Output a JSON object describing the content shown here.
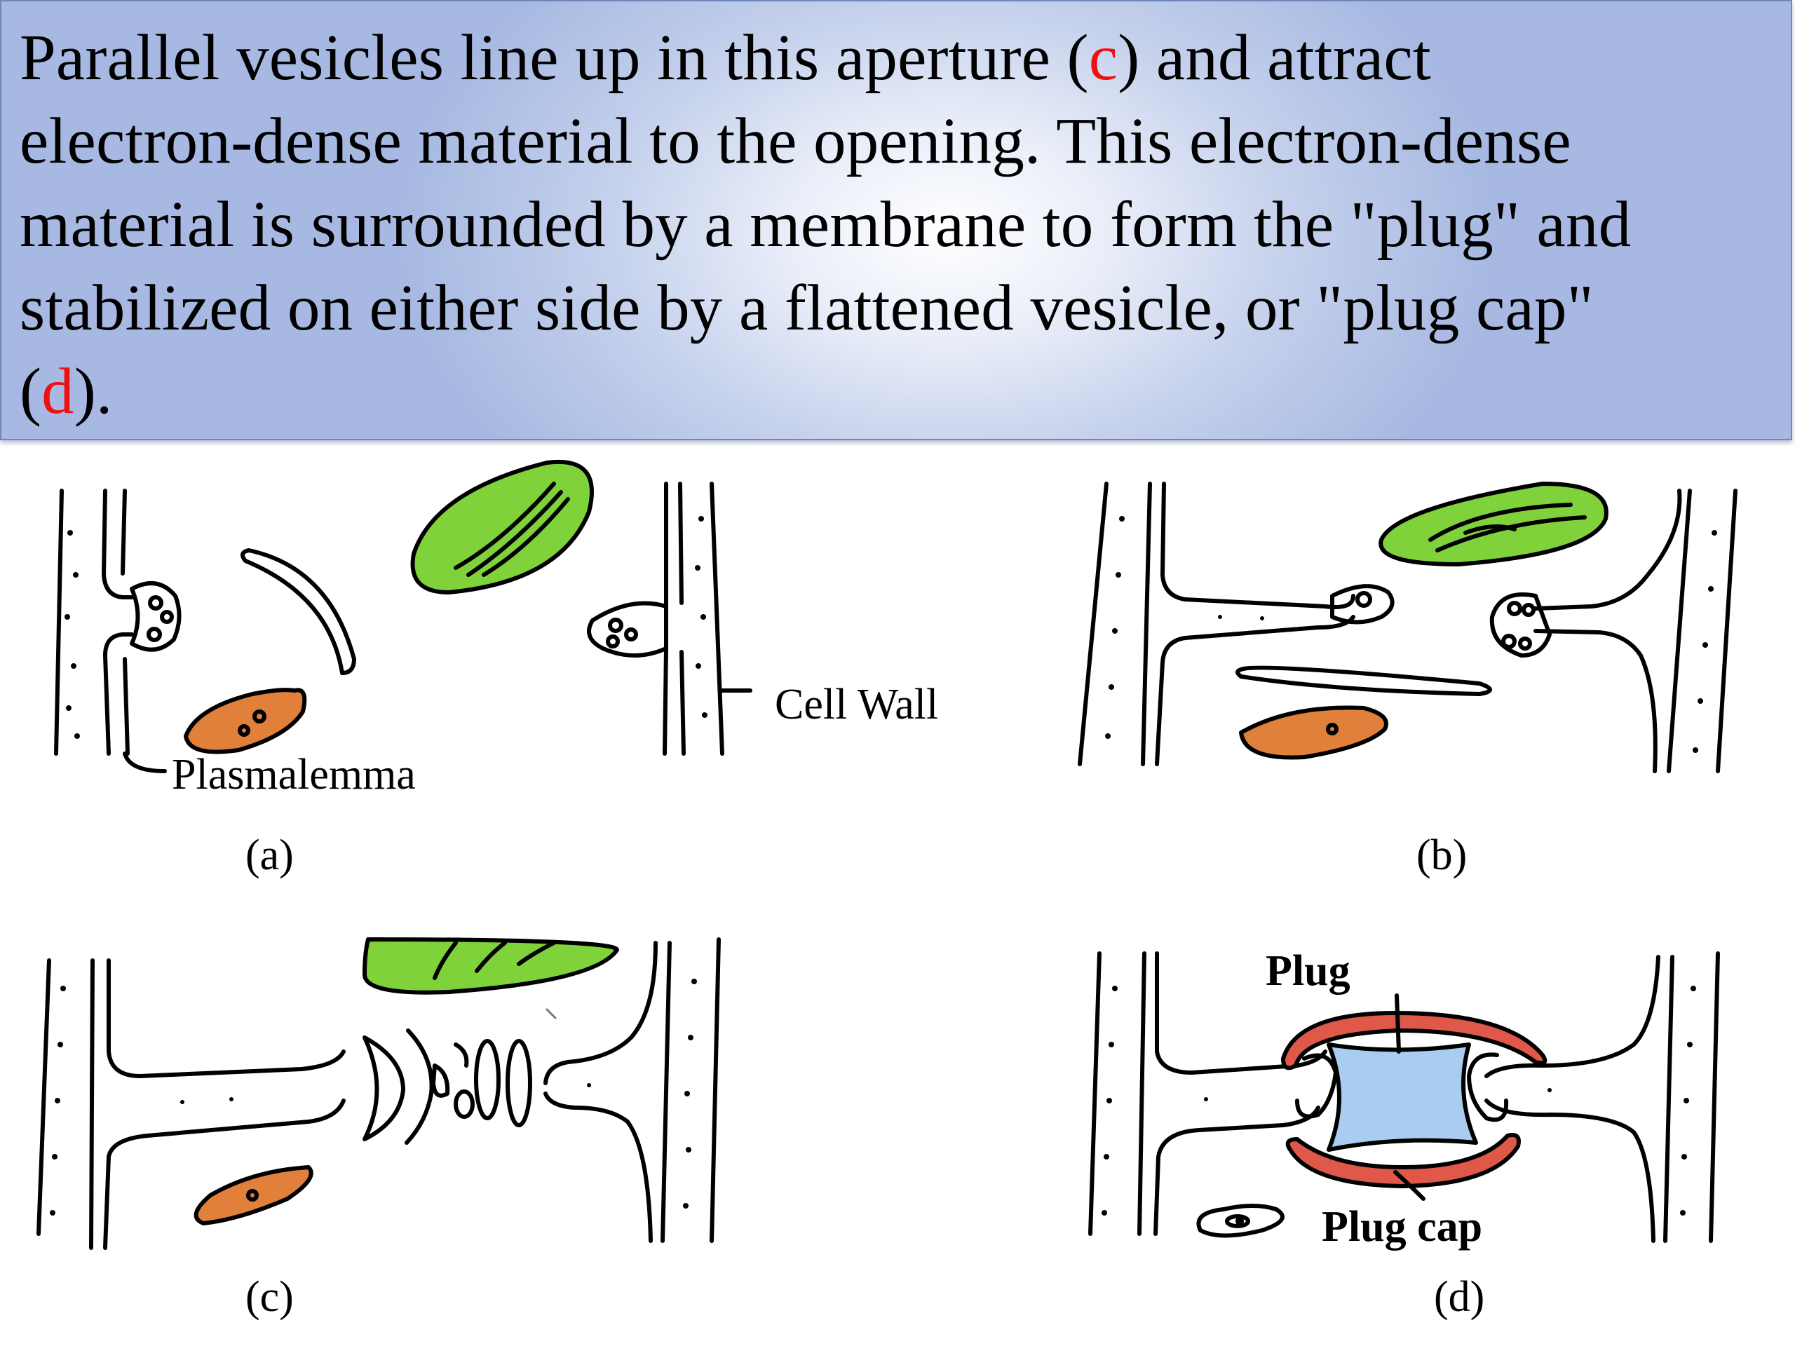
{
  "caption": {
    "line1_pre": " Parallel vesicles line up in this aperture (",
    "line1_ref": "c",
    "line1_post": ") and attract",
    "line2": "electron-dense material to the opening.  This electron-dense",
    "line3": "material is surrounded by a membrane to form the \"plug\" and",
    "line4": "stabilized on either side by a flattened vesicle, or \"plug cap\"",
    "line5_pre": "(",
    "line5_ref": "d",
    "line5_post": ")."
  },
  "labels": {
    "plasmalemma": "Plasmalemma",
    "cell_wall": "Cell Wall",
    "plug": "Plug",
    "plug_cap": "Plug cap"
  },
  "panels": {
    "a": "(a)",
    "b": "(b)",
    "c": "(c)",
    "d": "(d)"
  },
  "colors": {
    "caption_red": "#ee1111",
    "chloroplast_green": "#7fd23a",
    "organelle_orange": "#e0803a",
    "plug_blue": "#a9cdf0",
    "plug_cap_red": "#e0584a"
  }
}
